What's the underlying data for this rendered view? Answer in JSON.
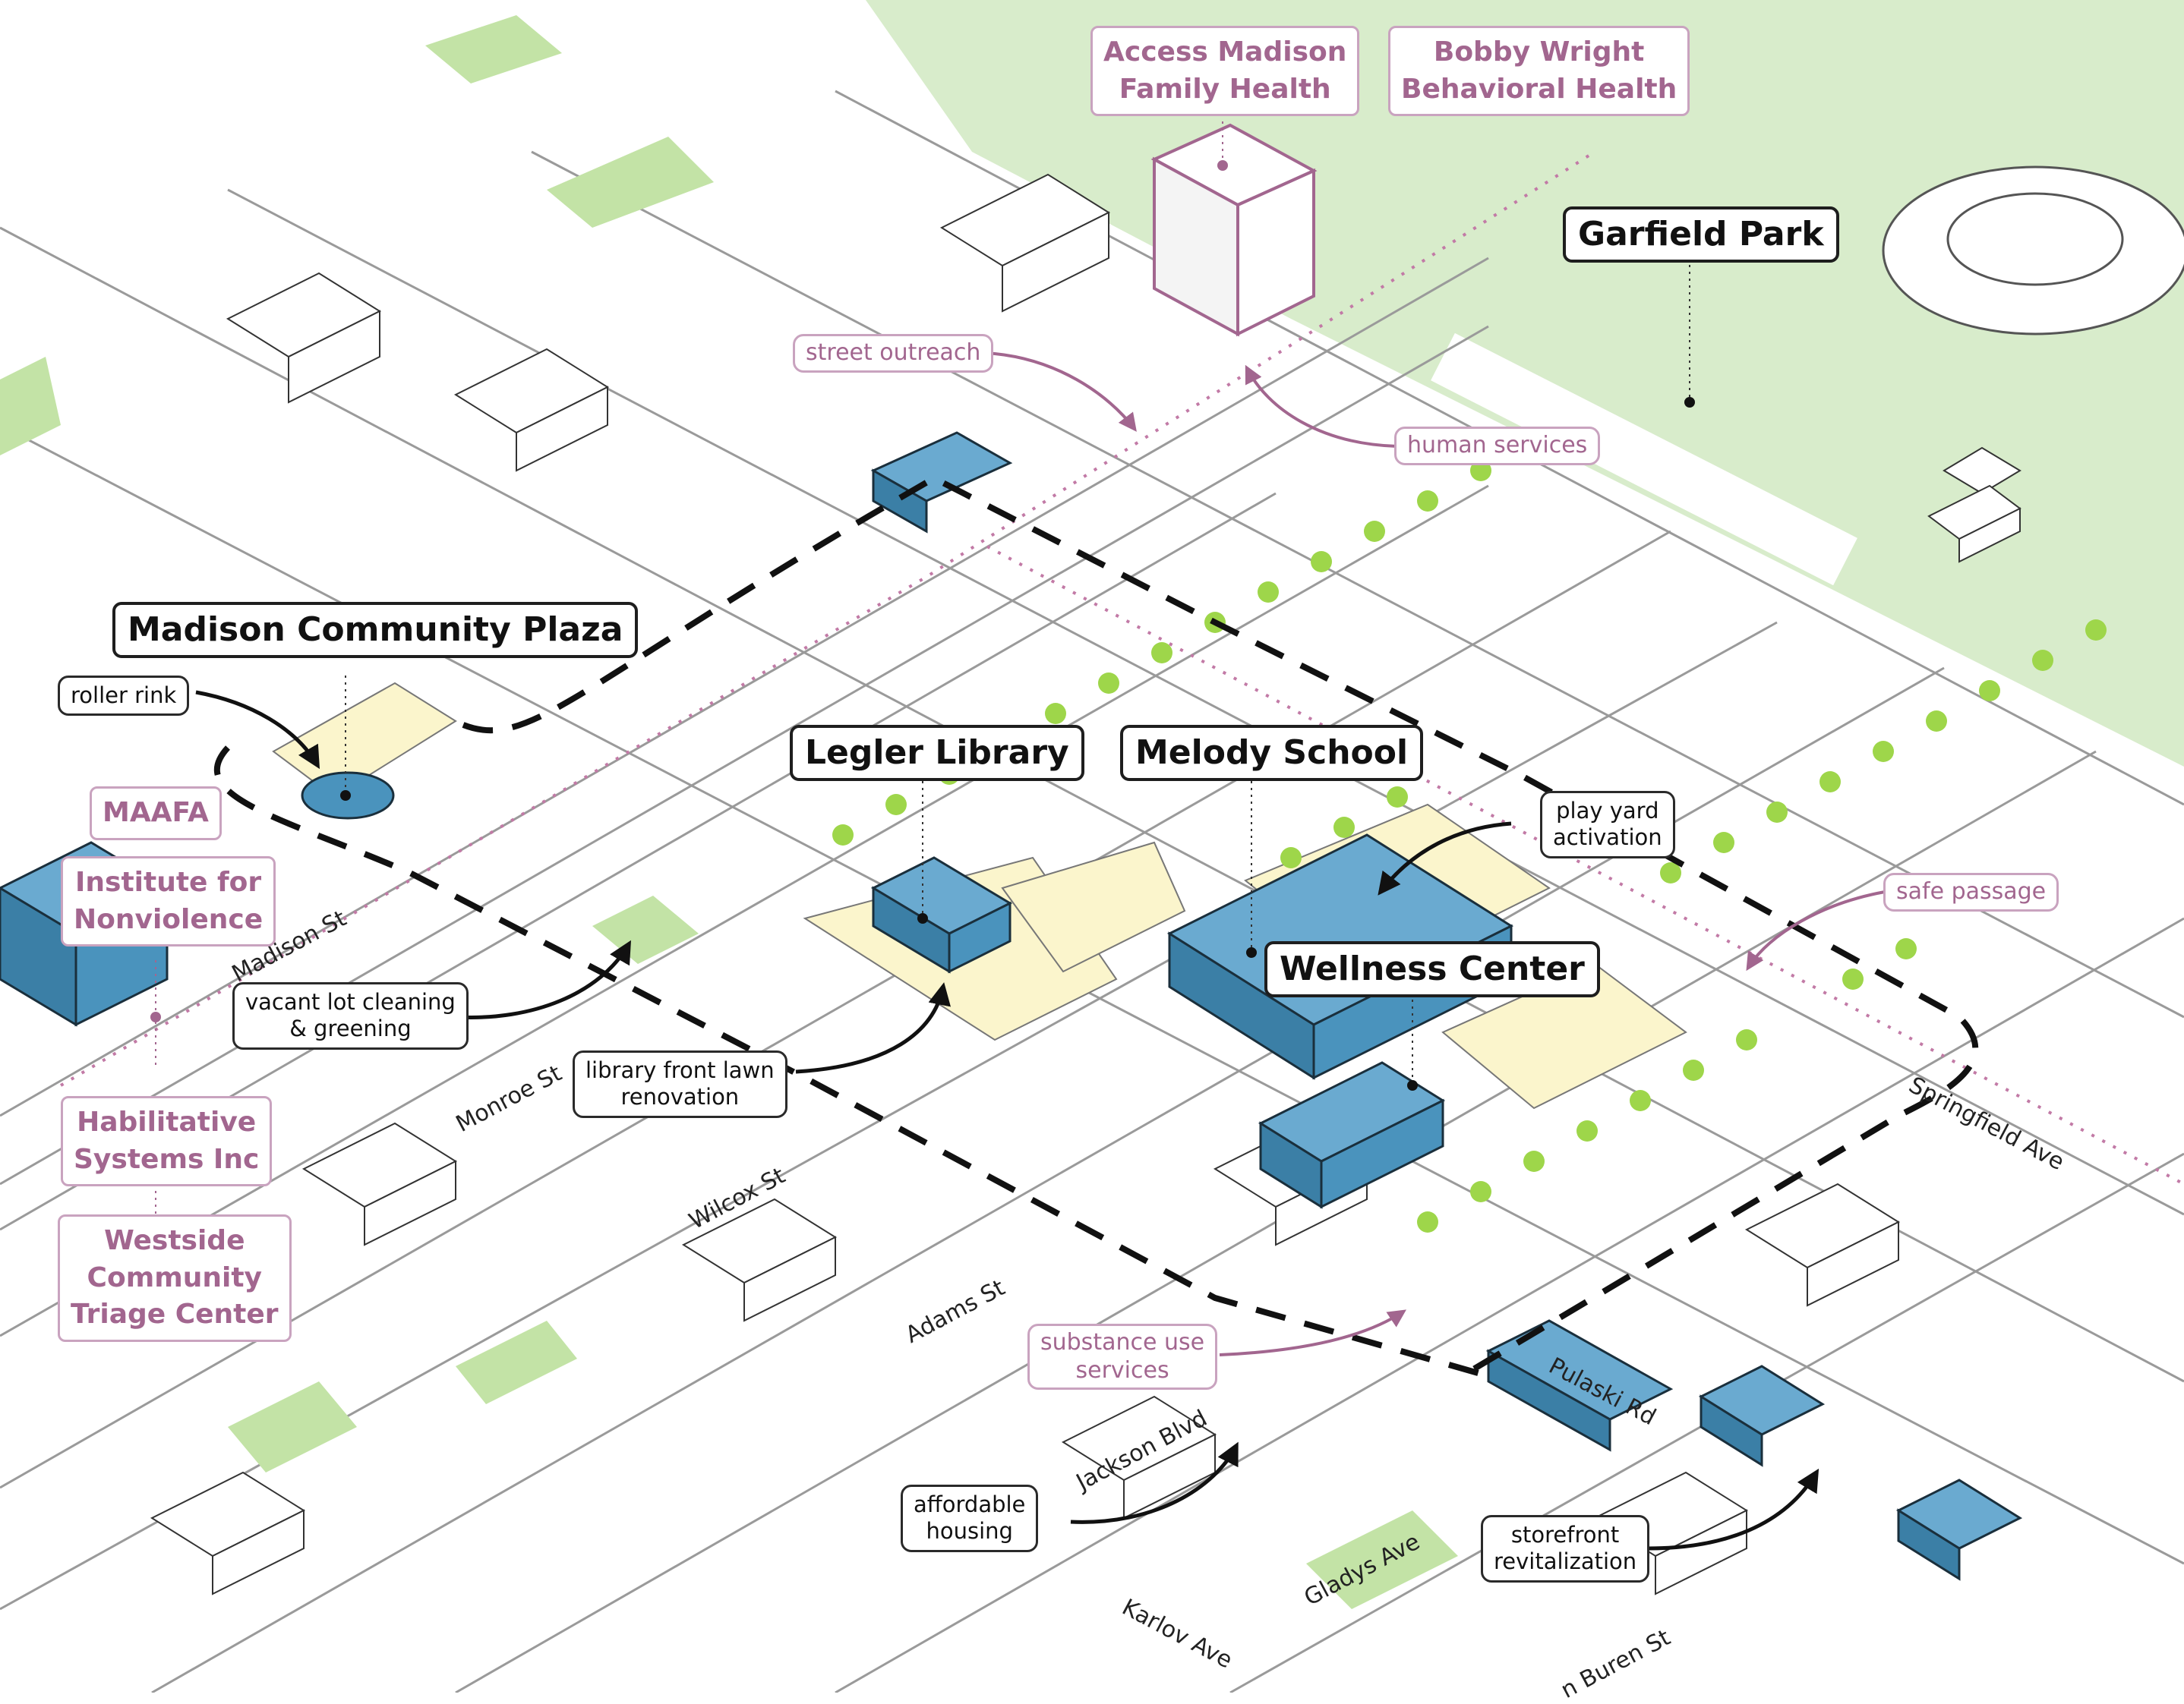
{
  "colors": {
    "park": "#d8eccb",
    "lot": "#fbf5cc",
    "building_key": "#4a93bd",
    "building_light": "#cfe5f1",
    "corridor": "#f3d6e3",
    "service_purple": "#a2668f",
    "tree": "#9ed64a",
    "route": "#111111"
  },
  "places": {
    "garfield_park": "Garfield Park",
    "madison_plaza": "Madison Community Plaza",
    "legler_library": "Legler Library",
    "melody_school": "Melody School",
    "wellness_center": "Wellness Center"
  },
  "organizations": {
    "access_madison": [
      "Access Madison",
      "Family Health"
    ],
    "bobby_wright": [
      "Bobby Wright",
      "Behavioral Health"
    ],
    "maafa": "MAAFA",
    "institute": [
      "Institute for",
      "Nonviolence"
    ],
    "habilitative": [
      "Habilitative",
      "Systems Inc"
    ],
    "westside": [
      "Westside",
      "Community",
      "Triage Center"
    ]
  },
  "services": {
    "street_outreach": "street outreach",
    "human_services": "human services",
    "safe_passage": "safe passage",
    "substance_use": [
      "substance use",
      "services"
    ]
  },
  "interventions": {
    "roller_rink": "roller rink",
    "vacant_lot": [
      "vacant lot cleaning",
      "& greening"
    ],
    "library_lawn": [
      "library front lawn",
      "renovation"
    ],
    "play_yard": [
      "play yard",
      "activation"
    ],
    "affordable_housing": [
      "affordable",
      "housing"
    ],
    "storefront": [
      "storefront",
      "revitalization"
    ]
  },
  "streets": {
    "madison": "Madison St",
    "monroe": "Monroe St",
    "wilcox": "Wilcox St",
    "adams": "Adams St",
    "jackson": "Jackson Blvd",
    "gladys": "Gladys Ave",
    "karlov": "Karlov Ave",
    "van_buren": "n Buren St",
    "pulaski": "Pulaski Rd",
    "springfield": "Springfield Ave"
  }
}
